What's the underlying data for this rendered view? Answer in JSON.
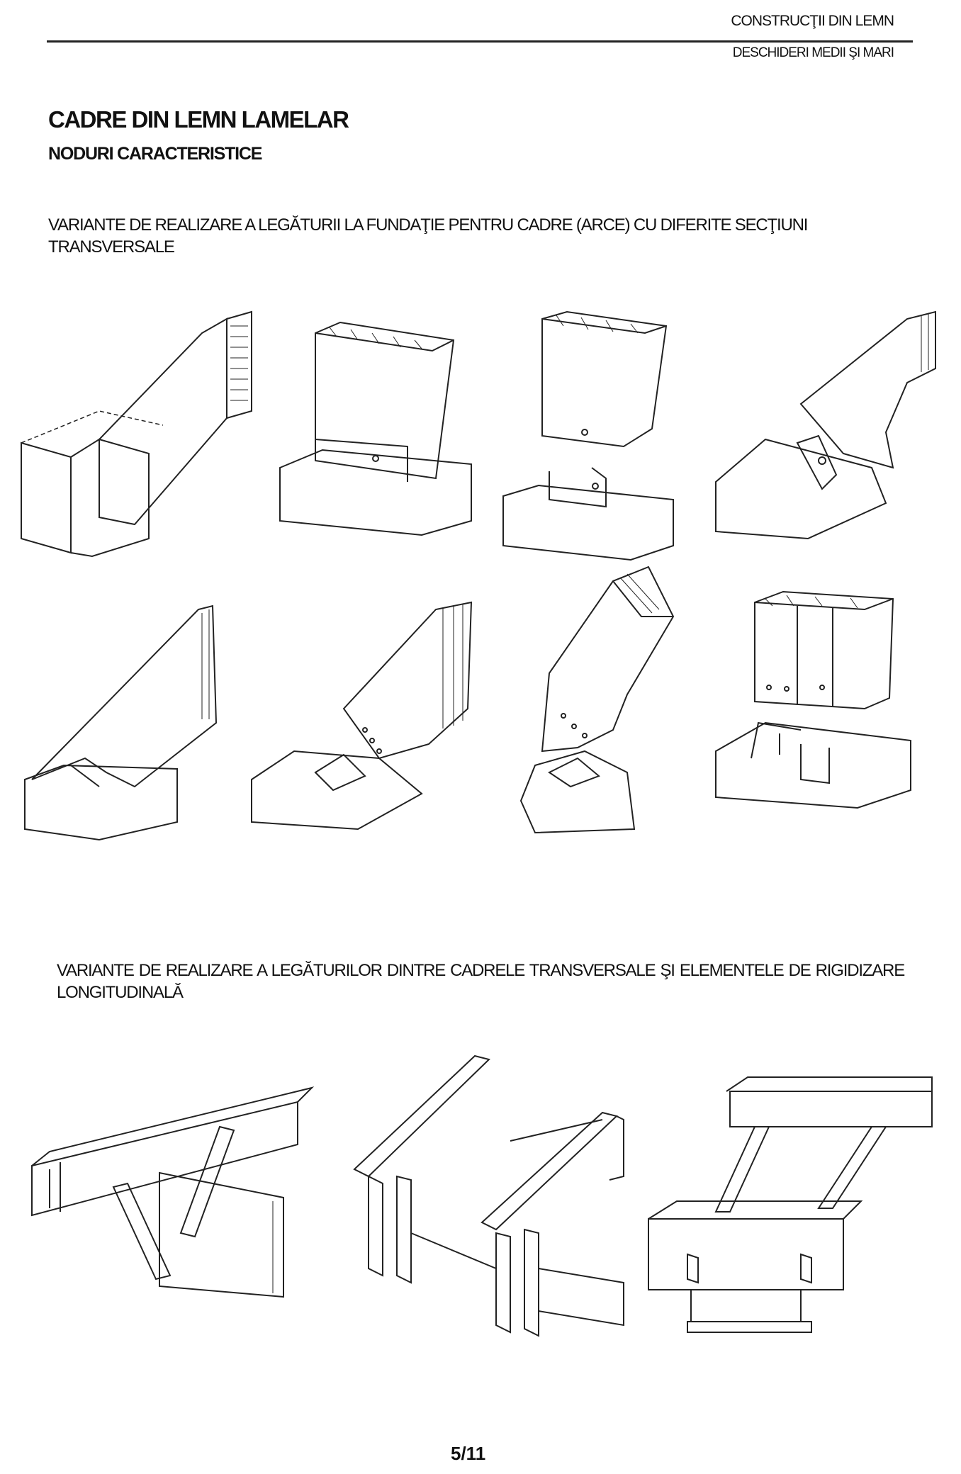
{
  "header": {
    "book_title": "CONSTRUCŢII DIN LEMN",
    "chapter": "DESCHIDERI MEDII ŞI MARI"
  },
  "section": {
    "title": "CADRE DIN LEMN LAMELAR",
    "subtitle": "NODURI CARACTERISTICE"
  },
  "paragraphs": [
    "VARIANTE DE REALIZARE A LEGĂTURII LA FUNDAŢIE PENTRU CADRE (ARCE) CU DIFERITE SECŢIUNI TRANSVERSALE",
    "VARIANTE DE REALIZARE A LEGĂTURILOR DINTRE CADRELE TRANSVERSALE ŞI ELEMENTELE DE RIGIDIZARE LONGITUDINALĂ"
  ],
  "figures": {
    "foundation_details": [
      "foundation-detail-1",
      "foundation-detail-2",
      "foundation-detail-3",
      "foundation-detail-4",
      "foundation-detail-5",
      "foundation-detail-6",
      "foundation-detail-7",
      "foundation-detail-8"
    ],
    "bracing_details": [
      "bracing-detail-1",
      "bracing-detail-2",
      "bracing-detail-3"
    ]
  },
  "footer": {
    "page_number": "5/11"
  }
}
